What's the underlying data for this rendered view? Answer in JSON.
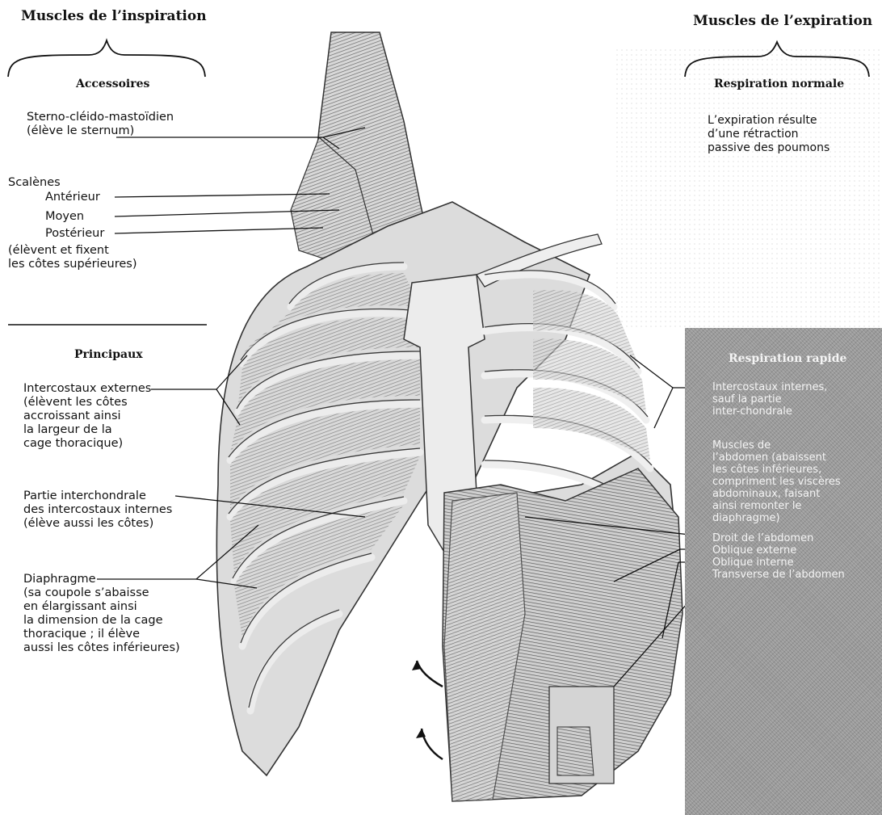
{
  "left": {
    "title": "Muscles de l’inspiration",
    "accessoires": {
      "heading": "Accessoires",
      "sterno": "Sterno-cléido-mastoïdien\n(élève le sternum)",
      "scalenes": "Scalènes",
      "anterieur": "Antérieur",
      "moyen": "Moyen",
      "posterieur": "Postérieur",
      "scalenes_note": "(élèvent et fixent\nles côtes supérieures)"
    },
    "principaux": {
      "heading": "Principaux",
      "intercostaux_externes": "Intercostaux externes\n(élèvent les côtes\naccroissant ainsi\nla largeur de la\ncage thoracique)",
      "interchondrale": "Partie interchondrale\ndes intercostaux internes\n(élève aussi les côtes)",
      "diaphragme": "Diaphragme\n(sa coupole s’abaisse\nen élargissant ainsi\nla dimension de la cage\nthoracique ; il élève\naussi les côtes inférieures)"
    }
  },
  "right": {
    "title": "Muscles de l’expiration",
    "normale": {
      "heading": "Respiration normale",
      "text": "L’expiration résulte\nd’une rétraction\npassive des poumons"
    },
    "rapide": {
      "heading": "Respiration rapide",
      "intercostaux_internes": "Intercostaux internes,\nsauf la partie\ninter-chondrale",
      "abdomen": "Muscles de\nl’abdomen (abaissent\nles côtes inférieures,\ncompriment les viscères\nabdominaux, faisant\nainsi remonter le\ndiaphragme)",
      "droit": "Droit de l’abdomen",
      "oblique_externe": "Oblique externe",
      "oblique_interne": "Oblique interne",
      "transverse": "Transverse de l’abdomen"
    }
  },
  "colors": {
    "ink": "#111111",
    "shaded_panel": "#9a9a9a",
    "bone": "#e9e9e9",
    "muscle": "#8a8a8a"
  }
}
